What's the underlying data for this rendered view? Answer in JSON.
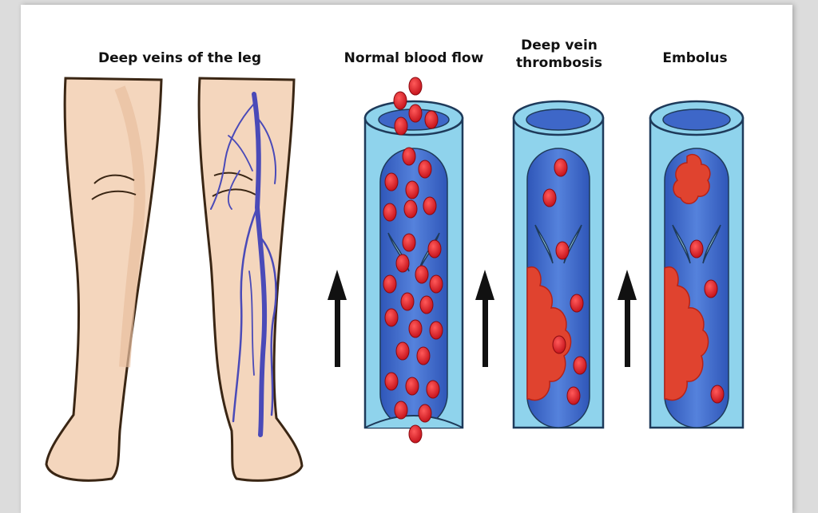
{
  "titles": {
    "legs": "Deep veins of the leg",
    "normal": "Normal blood flow",
    "dvt": "Deep vein\nthrombosis",
    "embolus": "Embolus"
  },
  "colors": {
    "skin": "#f4d6bd",
    "skin_shadow": "#e8bfa0",
    "outline": "#3a2614",
    "vein": "#4a4ab8",
    "vessel_wall": "#8fd3ec",
    "vessel_lumen": "#3e67c8",
    "blood_cell": "#d81b24",
    "clot": "#e0432f",
    "arrow": "#111111"
  },
  "icons": [
    "arrow-up-icon",
    "blood-cell-icon",
    "clot-icon",
    "vein-valve-icon"
  ]
}
